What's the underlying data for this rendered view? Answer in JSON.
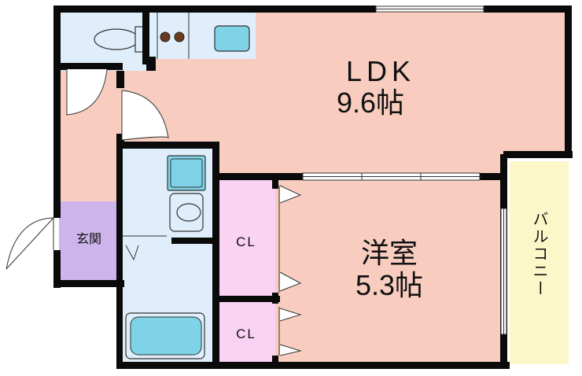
{
  "rooms": {
    "ldk": {
      "name": "LDK",
      "size": "9.6帖"
    },
    "western": {
      "name": "洋室",
      "size": "5.3帖"
    },
    "closet_upper": {
      "label": "CL"
    },
    "closet_lower": {
      "label": "CL"
    },
    "entrance": {
      "label": "玄関"
    },
    "balcony": {
      "label": "バルコニー"
    }
  },
  "colors": {
    "wall": "#0a0a0a",
    "room_floor": "#f8cdc0",
    "wet_area": "#dfeefa",
    "closet": "#f9d2f4",
    "entrance": "#cdb5ec",
    "balcony": "#fbf7c8",
    "fixture": "#7fd3e6",
    "stove": "#6b3a1e"
  }
}
